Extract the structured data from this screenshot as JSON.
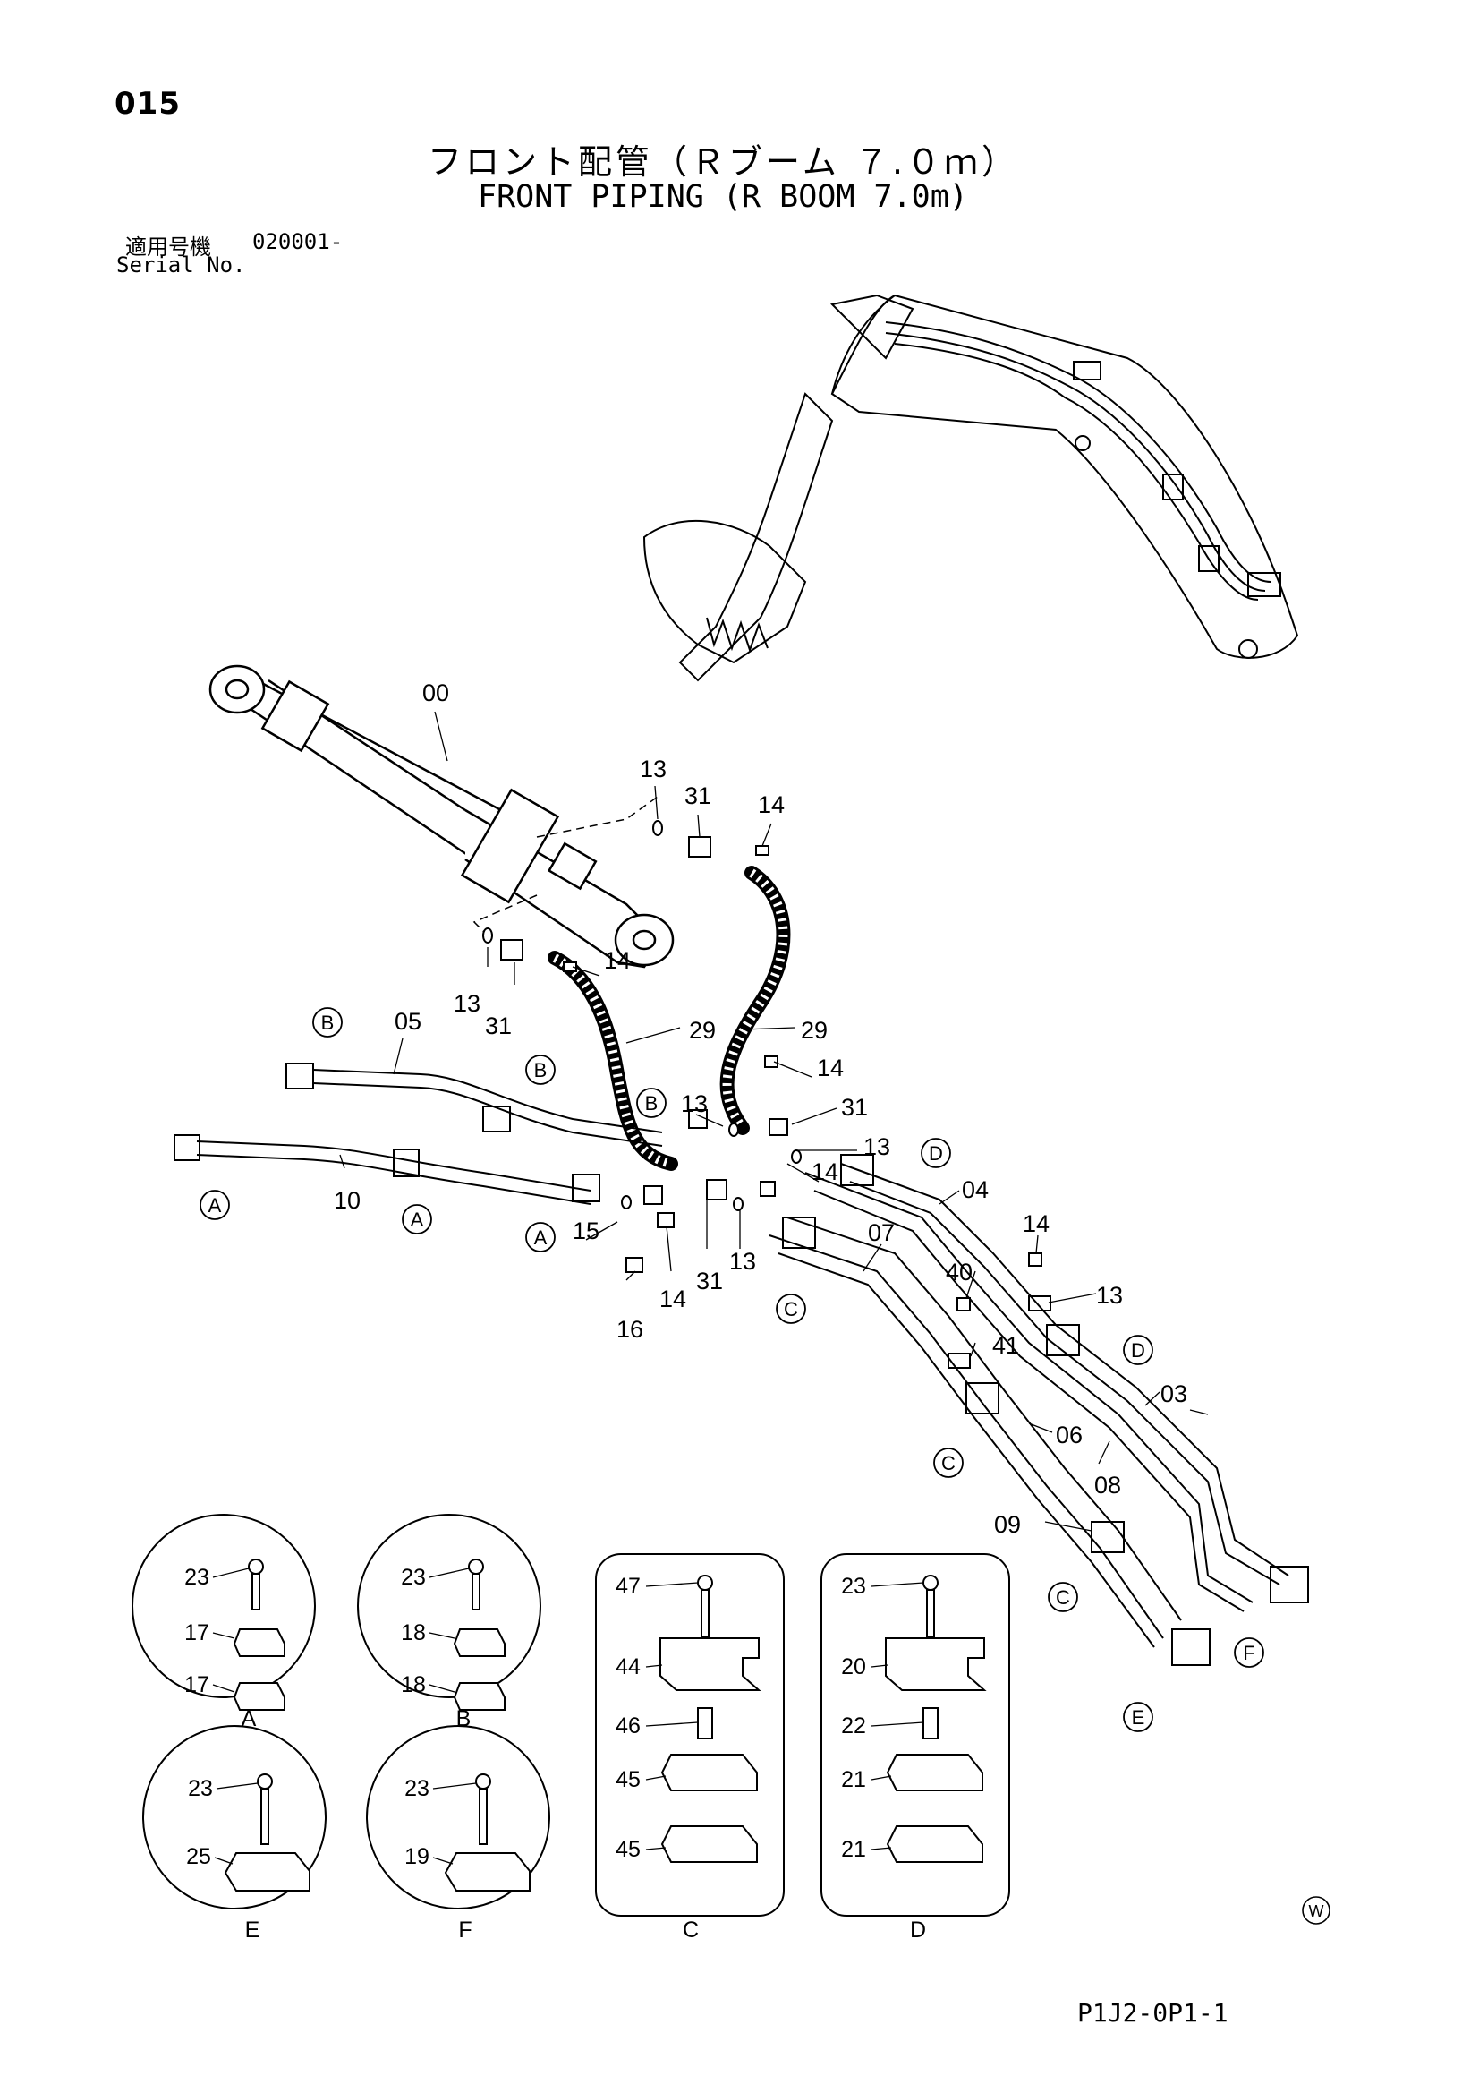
{
  "header": {
    "page_number": "015",
    "title_jp": "フロント配管（Ｒブーム ７.０ｍ）",
    "title_en": "FRONT PIPING (R BOOM 7.0m)",
    "serial_jp_label": "適用号機",
    "serial_value": "020001-",
    "serial_en_label": "Serial No."
  },
  "footer": {
    "catalog_code": "P1J2-0P1-1",
    "mark": "W"
  },
  "callouts": {
    "c00": "00",
    "c13a": "13",
    "c31a": "31",
    "c14a": "14",
    "c13b": "13",
    "c31b": "31",
    "c14b": "14",
    "c05": "05",
    "c29a": "29",
    "c29b": "29",
    "c14c": "14",
    "c31c": "31",
    "c13c": "13",
    "c13d": "13",
    "c14d": "14",
    "c10": "10",
    "c15": "15",
    "c14e": "14",
    "c31d": "31",
    "c13e": "13",
    "c16": "16",
    "c04": "04",
    "c07": "07",
    "c40": "40",
    "c14f": "14",
    "c13f": "13",
    "c41": "41",
    "c03": "03",
    "c06": "06",
    "c08": "08",
    "c09": "09"
  },
  "reference_letters": {
    "bA1": "A",
    "bA2": "A",
    "bA3": "A",
    "bB1": "B",
    "bB2": "B",
    "bB3": "B",
    "bC1": "C",
    "bC2": "C",
    "bC3": "C",
    "bD1": "D",
    "bD2": "D",
    "bE1": "E",
    "bF1": "F"
  },
  "details": {
    "A": {
      "letter": "A",
      "bolt": "23",
      "upper": "17",
      "lower": "17"
    },
    "B": {
      "letter": "B",
      "bolt": "23",
      "upper": "18",
      "lower": "18"
    },
    "E": {
      "letter": "E",
      "bolt": "23",
      "clamp": "25"
    },
    "F": {
      "letter": "F",
      "bolt": "23",
      "clamp": "19"
    },
    "C": {
      "letter": "C",
      "bolt": "47",
      "bracket": "44",
      "spacer": "46",
      "upper": "45",
      "lower": "45"
    },
    "D": {
      "letter": "D",
      "bolt": "23",
      "bracket": "20",
      "spacer": "22",
      "upper": "21",
      "lower": "21"
    }
  }
}
